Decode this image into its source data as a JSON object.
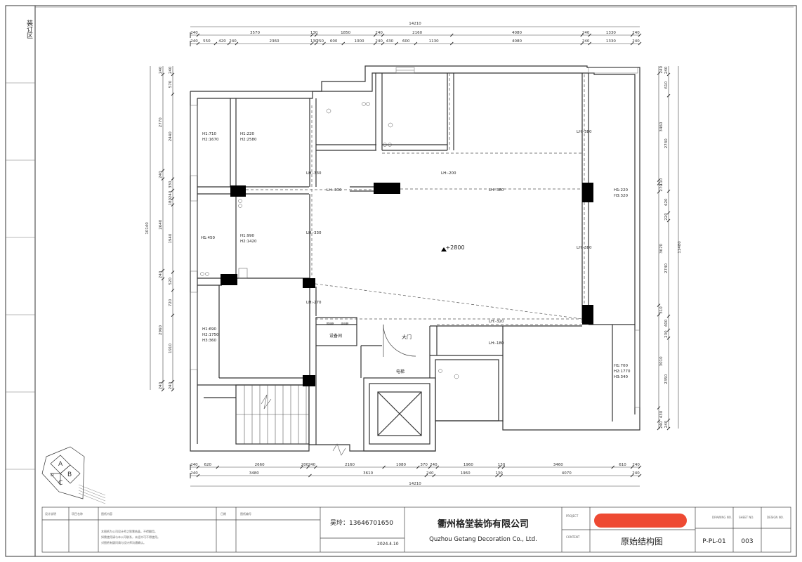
{
  "sheet": {
    "binding_area_label": "装订区"
  },
  "dimensions": {
    "top_total": "14210",
    "top_row1": [
      "240",
      "3570",
      "130",
      "1850",
      "240",
      "2160",
      "4080",
      "240",
      "1330",
      "240"
    ],
    "top_row2": [
      "240",
      "550",
      "420",
      "240",
      "2360",
      "130",
      "250",
      "600",
      "1000",
      "240",
      "430",
      "600",
      "1130",
      "4080",
      "240",
      "1330",
      "240"
    ],
    "bottom_total": "14210",
    "bottom_row1": [
      "240",
      "620",
      "2660",
      "200",
      "240",
      "2160",
      "1080",
      "370",
      "240",
      "1960",
      "130",
      "3460",
      "610",
      "240"
    ],
    "bottom_row2": [
      "240",
      "3480",
      "3610",
      "240",
      "1960",
      "130",
      "4070",
      "240"
    ],
    "left_total": "10140",
    "left_outer": [
      "240",
      "2770",
      "240",
      "2640",
      "240",
      "2960",
      "240"
    ],
    "left_inner": [
      "240",
      "570",
      "2440",
      "330",
      "240",
      "180",
      "1940",
      "520",
      "720",
      "1910",
      "240"
    ],
    "right_total": "11480",
    "right_outer": [
      "240",
      "3460",
      "110",
      "270",
      "3670",
      "310",
      "3010",
      "430",
      "240"
    ],
    "right_inner": [
      "240",
      "610",
      "2740",
      "620",
      "220",
      "2740",
      "400",
      "230",
      "2350",
      "240"
    ]
  },
  "plan": {
    "center_elevation": "+2800",
    "door_label": "大门",
    "elevator_label": "电梯",
    "equipment_room_label": "设备间",
    "meter_labels": [
      "弱电箱",
      "强电箱"
    ],
    "room_heights": [
      [
        "H1:710",
        "H2:1670"
      ],
      [
        "H1:220",
        "H2:2580"
      ],
      [
        "H1:990",
        "H2:1420"
      ],
      [
        "H1:450"
      ],
      [
        "H1:690",
        "H2:1750",
        "H3:360"
      ],
      [
        "H1:220",
        "H3:320"
      ],
      [
        "H1:700",
        "H2:1770",
        "H3:340"
      ]
    ],
    "beam_heights": [
      "LH:-330",
      "LH:-330",
      "LH:-330",
      "LH:-200",
      "LH:-380",
      "LH:-380",
      "LH:-380",
      "LH:-270",
      "LH:-320",
      "LH:-180"
    ]
  },
  "title_block": {
    "designer_contact": "吴玲：13646701650",
    "date": "2024.4.10",
    "company_cn": "衢州格堂装饰有限公司",
    "company_en": "Quzhou Getang Decoration Co., Ltd.",
    "drawing_title": "原始结构图",
    "drawing_number": "P-PL-01",
    "sheet_number": "003",
    "redaction_color": "#ee4a33"
  }
}
